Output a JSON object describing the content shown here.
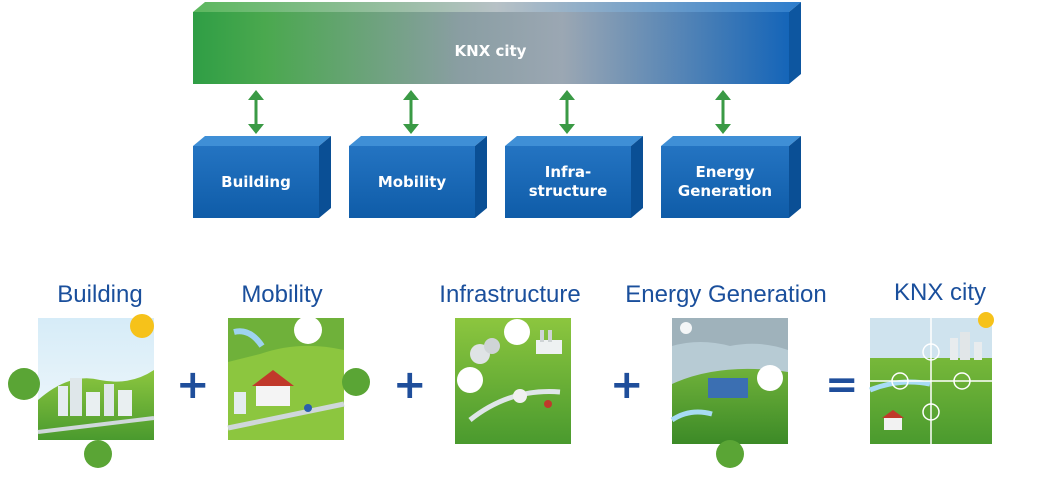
{
  "diagram": {
    "top_box": {
      "label": "KNX city"
    },
    "sub_boxes": [
      {
        "label": "Building"
      },
      {
        "label": "Mobility"
      },
      {
        "label": "Infra-\nstructure"
      },
      {
        "label": "Energy\nGeneration"
      }
    ],
    "colors": {
      "green": "#3fa845",
      "blue": "#1565b8",
      "box_blue": "#1b6cb7",
      "arrow_green": "#3a9a45",
      "title_blue": "#1a4f9c"
    }
  },
  "puzzle": {
    "pieces": [
      {
        "title": "Building",
        "icon": "building-puzzle-piece"
      },
      {
        "title": "Mobility",
        "icon": "mobility-puzzle-piece"
      },
      {
        "title": "Infrastructure",
        "icon": "infrastructure-puzzle-piece"
      },
      {
        "title": "Energy Generation",
        "icon": "energy-generation-puzzle-piece"
      },
      {
        "title": "KNX city",
        "icon": "knx-city-puzzle"
      }
    ],
    "operators": [
      "+",
      "+",
      "+",
      "="
    ]
  }
}
